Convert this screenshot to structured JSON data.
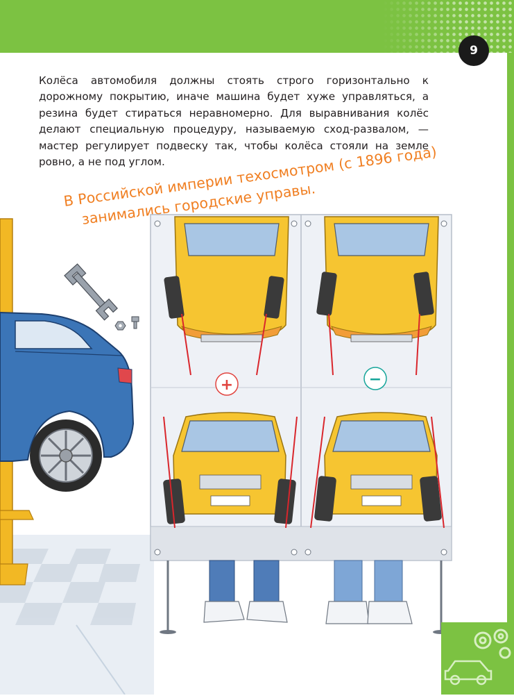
{
  "page": {
    "number": "9"
  },
  "body_text": "Колёса автомобиля должны стоять строго горизонтально к дорожному покрытию, иначе машина будет хуже управляться, а резина будет стираться неравномерно. Для выравнивания колёс делают специальную процедуру, называемую сход-развалом, — мастер регулирует подвеску так, чтобы колёса стояли на земле ровно, а не под углом.",
  "fact": {
    "line1": "В Российской империи техосмотром (с 1896 года)",
    "line2": "занимались городские управы."
  },
  "diagram": {
    "plus_sign": "+",
    "minus_sign": "−"
  },
  "colors": {
    "accent_green": "#7cc242",
    "fact_orange": "#f07f22",
    "taxi_yellow": "#f6c531",
    "car_blue": "#3b75b7",
    "guide_red": "#d9262c"
  },
  "icons": [
    "wrench-icon",
    "nut-icon",
    "bolt-icon",
    "gears-icon",
    "car-icon"
  ]
}
